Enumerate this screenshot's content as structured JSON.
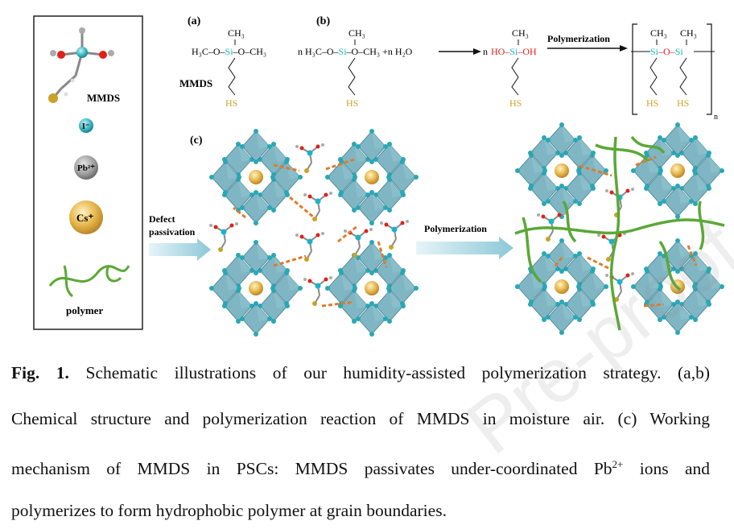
{
  "figure": {
    "legend": {
      "mmds": "MMDS",
      "iodide": "I⁻",
      "lead": "Pb²⁺",
      "cesium": "Cs⁺",
      "polymer": "polymer"
    },
    "panel_a": {
      "label": "(a)",
      "ch3_top": "CH₃",
      "chain": "H₃C–O–Si–O–CH₃",
      "si": "Si",
      "left_o": "H₃C–O–",
      "right_o": "–O–CH₃",
      "name": "MMDS",
      "thiol": "HS"
    },
    "panel_b": {
      "label": "(b)",
      "reactant_prefix": "n H₃C–O–",
      "si": "Si",
      "reactant_suffix": "–O–CH₃ +n H₂O",
      "ch3_top": "CH₃",
      "thiol": "HS",
      "product_n": "n",
      "product_left": "HO–",
      "product_right": "–OH",
      "arrow_label": "Polymerization",
      "polymer_ch3_1": "CH₃",
      "polymer_ch3_2": "CH₃",
      "polymer_si1": "Si",
      "polymer_o": "–O–",
      "polymer_si2": "Si",
      "polymer_hs1": "HS",
      "polymer_hs2": "HS",
      "subscript_n": "n"
    },
    "panel_c": {
      "label": "(c)",
      "arrow1_label_line1": "Defect",
      "arrow1_label_line2": "passivation",
      "arrow2_label": "Polymerization"
    },
    "colors": {
      "octahedron": "#6aa9b8",
      "octahedron_dark": "#3f7f90",
      "cesium": "#d9a93a",
      "lead": "#8a8a8a",
      "iodide": "#2aa7b5",
      "polymer": "#5aa836",
      "sulfur": "#c9a227",
      "hydroxyl": "#e0201a",
      "silicon": "#1ab3c8",
      "bond": "#e07b2a",
      "arrow": "#a8d4df"
    }
  },
  "caption": {
    "fig_label": "Fig. 1.",
    "line1": " Schematic illustrations of our humidity-assisted polymerization strategy. (a,b)",
    "line2": "Chemical structure and polymerization reaction of MMDS in moisture air. (c) Working",
    "line3_pre": "mechanism of MMDS in PSCs: MMDS passivates under-coordinated Pb",
    "line3_sup": "2+",
    "line3_post": " ions and",
    "line4": "polymerizes to form hydrophobic polymer at grain boundaries."
  },
  "watermark": "Pre-proof"
}
